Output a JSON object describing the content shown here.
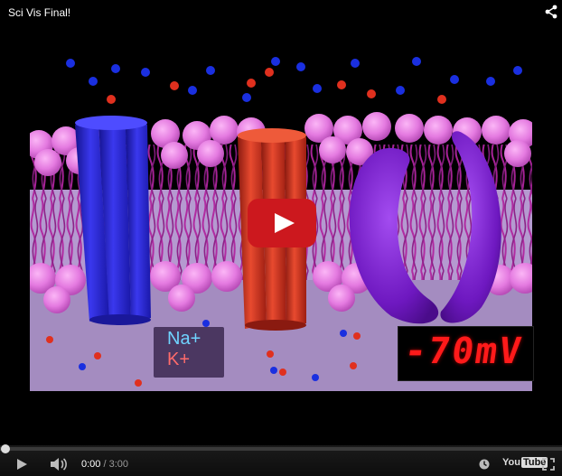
{
  "header": {
    "title": "Sci Vis Final!",
    "share_icon": "share-icon"
  },
  "video": {
    "ion_labels": {
      "sodium": "Na+",
      "potassium": "K+"
    },
    "voltage_readout": "-70mV",
    "play_icon": "play-icon",
    "colors": {
      "sodium": "#6fd3ff",
      "potassium": "#ff6b6b",
      "voltage": "#ff1a1a",
      "channel_blue": "#2d2bd6",
      "channel_red": "#d63020",
      "pump_purple": "#7a1fc8",
      "lipid_head": "#e47ae0",
      "play_button": "#cc181e"
    }
  },
  "controls": {
    "current_time": "0:00",
    "separator": " / ",
    "duration": "3:00",
    "progress_fraction": 0,
    "logo": {
      "you": "You",
      "tube": "Tube"
    },
    "icons": [
      "play-icon",
      "volume-icon",
      "watch-later-icon",
      "fullscreen-icon"
    ]
  }
}
